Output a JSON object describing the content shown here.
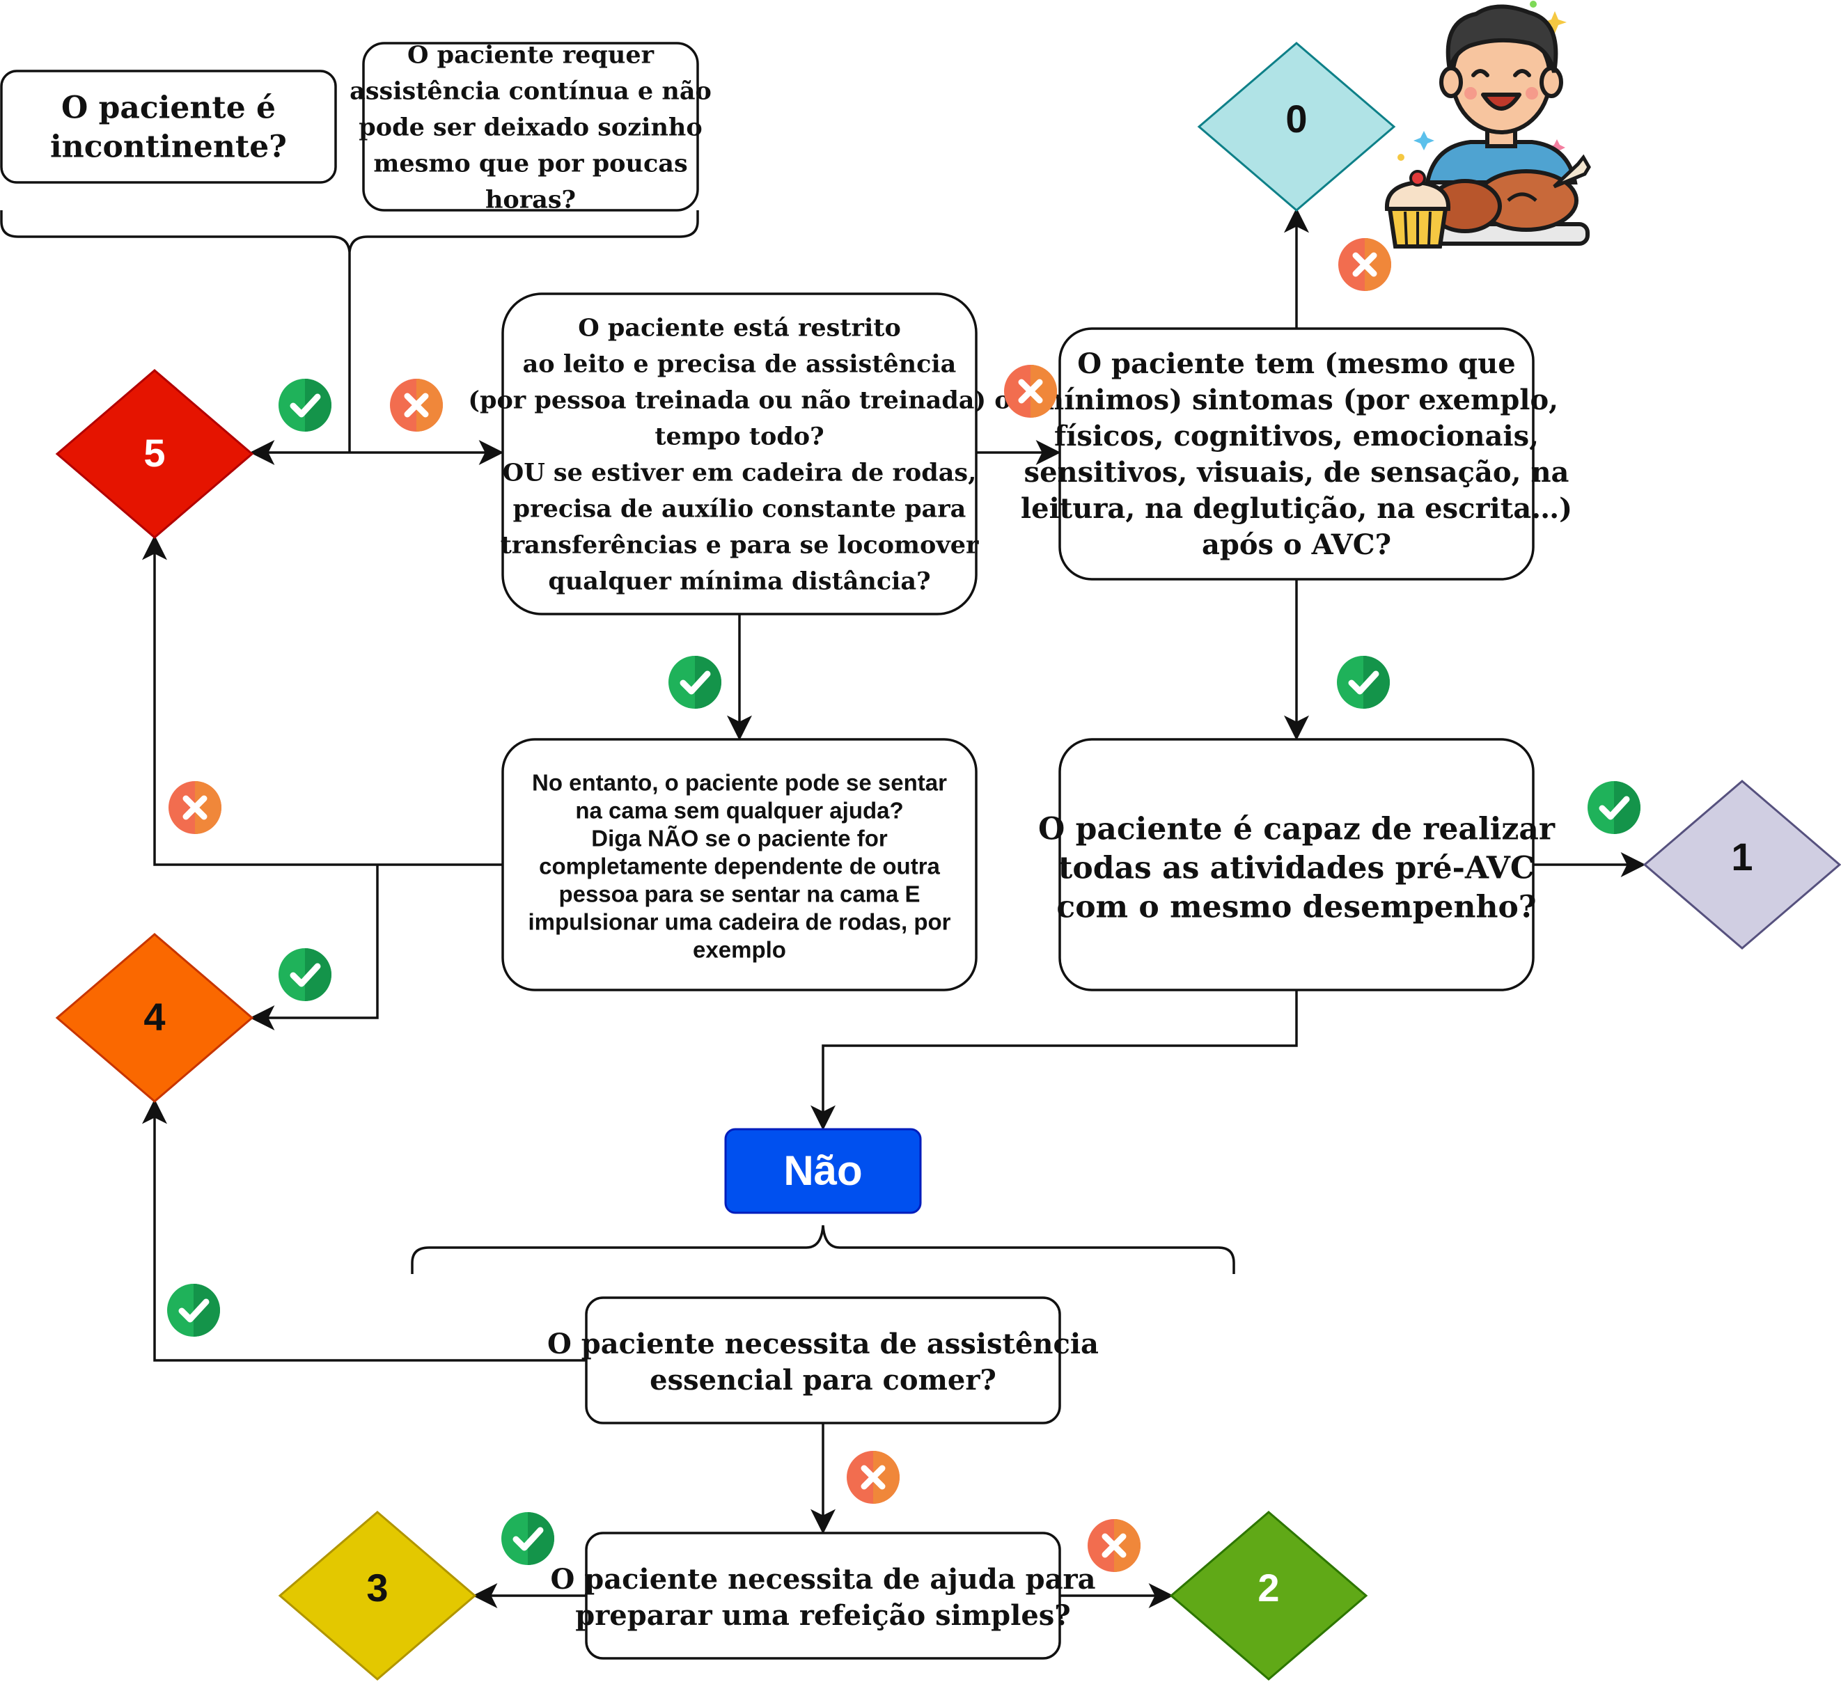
{
  "questions": {
    "incontinent": [
      "O paciente é",
      "incontinente?"
    ],
    "continuous_assistance": [
      "O paciente requer",
      "assistência contínua e não",
      "pode ser deixado sozinho",
      "mesmo que por poucas",
      "horas?"
    ],
    "bedridden": [
      "O paciente está restrito",
      "ao leito e precisa de assistência",
      "(por pessoa treinada ou não treinada) o",
      "tempo todo?",
      "OU se estiver em cadeira de rodas,",
      "precisa de auxílio constante para",
      "transferências e para se locomover",
      "qualquer mínima distância?"
    ],
    "symptoms": [
      "O paciente tem (mesmo que",
      "mínimos) sintomas (por exemplo,",
      "físicos, cognitivos, emocionais,",
      "sensitivos, visuais, de sensação, na",
      "leitura, na deglutição, na escrita…)",
      "após o AVC?"
    ],
    "sit_in_bed": [
      "No entanto, o paciente pode se sentar",
      "na cama sem qualquer ajuda?",
      "Diga NÃO se o paciente for",
      "completamente dependente de outra",
      "pessoa para se sentar na cama E",
      "impulsionar uma cadeira de rodas, por",
      "exemplo"
    ],
    "pre_stroke_activities": [
      "O paciente é capaz de realizar",
      "todas as atividades pré-AVC",
      "com o mesmo desempenho?"
    ],
    "eating_assistance": [
      "O paciente necessita de assistência",
      "essencial para comer?"
    ],
    "meal_preparation": [
      "O paciente necessita de ajuda para",
      "preparar uma refeição simples?"
    ]
  },
  "nao_label": "Não",
  "scores": {
    "s0": "0",
    "s1": "1",
    "s2": "2",
    "s3": "3",
    "s4": "4",
    "s5": "5"
  },
  "colors": {
    "s0": "#b0e3e6",
    "s1": "#d0cee2",
    "s2": "#60a917",
    "s3": "#e3c800",
    "s4": "#fa6800",
    "s5": "#e51400",
    "nao": "#0050ef",
    "yes_badge": "#1fb25a",
    "no_badge": "#f26d4f"
  },
  "icons": {
    "yes": "check-circle-icon",
    "no": "x-circle-icon",
    "illustration": "happy-person-eating-icon"
  }
}
